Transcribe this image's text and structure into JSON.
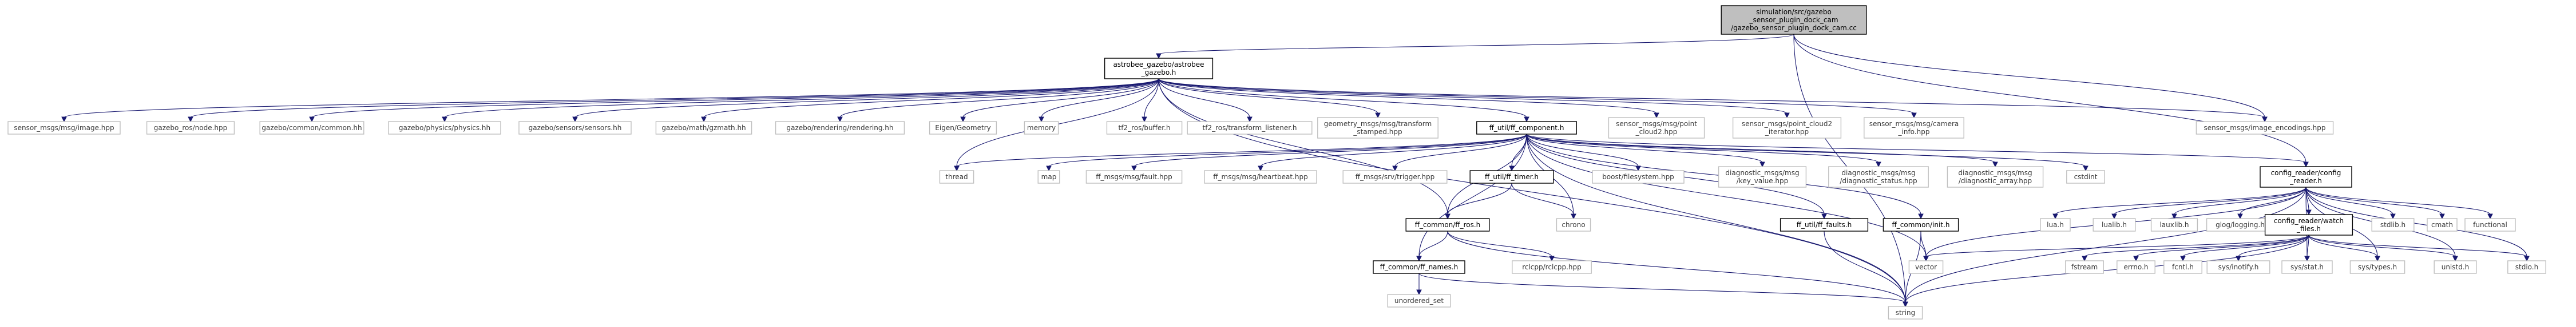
{
  "diagram": {
    "type": "include-dependency-graph",
    "colors": {
      "edge": "#191970",
      "root_fill": "#bfbfbf",
      "node_border": "#000000",
      "leaf_border": "#bfbfbf",
      "background": "#ffffff"
    },
    "nodes": [
      {
        "id": "root",
        "lines": [
          "simulation/src/gazebo",
          "_sensor_plugin_dock_cam",
          "/gazebo_sensor_plugin_dock_cam.cc"
        ],
        "kind": "root"
      },
      {
        "id": "astrobee_gazebo",
        "lines": [
          "astrobee_gazebo/astrobee",
          "_gazebo.h"
        ],
        "kind": "linked"
      },
      {
        "id": "sensor_image",
        "lines": [
          "sensor_msgs/msg/image.hpp"
        ],
        "kind": "plain"
      },
      {
        "id": "gazebo_ros_node",
        "lines": [
          "gazebo_ros/node.hpp"
        ],
        "kind": "plain"
      },
      {
        "id": "gazebo_common",
        "lines": [
          "gazebo/common/common.hh"
        ],
        "kind": "plain"
      },
      {
        "id": "gazebo_physics",
        "lines": [
          "gazebo/physics/physics.hh"
        ],
        "kind": "plain"
      },
      {
        "id": "gazebo_sensors",
        "lines": [
          "gazebo/sensors/sensors.hh"
        ],
        "kind": "plain"
      },
      {
        "id": "gazebo_math",
        "lines": [
          "gazebo/math/gzmath.hh"
        ],
        "kind": "plain"
      },
      {
        "id": "gazebo_rendering",
        "lines": [
          "gazebo/rendering/rendering.hh"
        ],
        "kind": "plain"
      },
      {
        "id": "eigen",
        "lines": [
          "Eigen/Geometry"
        ],
        "kind": "plain"
      },
      {
        "id": "memory",
        "lines": [
          "memory"
        ],
        "kind": "plain"
      },
      {
        "id": "tf2_buffer",
        "lines": [
          "tf2_ros/buffer.h"
        ],
        "kind": "plain"
      },
      {
        "id": "tf2_listener",
        "lines": [
          "tf2_ros/transform_listener.h"
        ],
        "kind": "plain"
      },
      {
        "id": "geometry_msgs",
        "lines": [
          "geometry_msgs/msg/transform",
          "_stamped.hpp"
        ],
        "kind": "plain"
      },
      {
        "id": "ff_component",
        "lines": [
          "ff_util/ff_component.h"
        ],
        "kind": "linked"
      },
      {
        "id": "point_cloud2",
        "lines": [
          "sensor_msgs/msg/point",
          "_cloud2.hpp"
        ],
        "kind": "plain"
      },
      {
        "id": "pc2_iterator",
        "lines": [
          "sensor_msgs/point_cloud2",
          "_iterator.hpp"
        ],
        "kind": "plain"
      },
      {
        "id": "camera_info",
        "lines": [
          "sensor_msgs/msg/camera",
          "_info.hpp"
        ],
        "kind": "plain"
      },
      {
        "id": "image_encodings",
        "lines": [
          "sensor_msgs/image_encodings.hpp"
        ],
        "kind": "plain"
      },
      {
        "id": "thread",
        "lines": [
          "thread"
        ],
        "kind": "plain"
      },
      {
        "id": "map",
        "lines": [
          "map"
        ],
        "kind": "plain"
      },
      {
        "id": "ff_fault",
        "lines": [
          "ff_msgs/msg/fault.hpp"
        ],
        "kind": "plain"
      },
      {
        "id": "ff_heartbeat",
        "lines": [
          "ff_msgs/msg/heartbeat.hpp"
        ],
        "kind": "plain"
      },
      {
        "id": "ff_trigger",
        "lines": [
          "ff_msgs/srv/trigger.hpp"
        ],
        "kind": "plain"
      },
      {
        "id": "ff_timer",
        "lines": [
          "ff_util/ff_timer.h"
        ],
        "kind": "linked"
      },
      {
        "id": "boost_fs",
        "lines": [
          "boost/filesystem.hpp"
        ],
        "kind": "plain"
      },
      {
        "id": "diag_kv",
        "lines": [
          "diagnostic_msgs/msg",
          "/key_value.hpp"
        ],
        "kind": "plain"
      },
      {
        "id": "diag_status",
        "lines": [
          "diagnostic_msgs/msg",
          "/diagnostic_status.hpp"
        ],
        "kind": "plain"
      },
      {
        "id": "diag_array",
        "lines": [
          "diagnostic_msgs/msg",
          "/diagnostic_array.hpp"
        ],
        "kind": "plain"
      },
      {
        "id": "cstdint",
        "lines": [
          "cstdint"
        ],
        "kind": "plain"
      },
      {
        "id": "config_reader",
        "lines": [
          "config_reader/config",
          "_reader.h"
        ],
        "kind": "linked"
      },
      {
        "id": "ff_ros",
        "lines": [
          "ff_common/ff_ros.h"
        ],
        "kind": "linked"
      },
      {
        "id": "chrono",
        "lines": [
          "chrono"
        ],
        "kind": "plain"
      },
      {
        "id": "ff_faults",
        "lines": [
          "ff_util/ff_faults.h"
        ],
        "kind": "linked"
      },
      {
        "id": "init",
        "lines": [
          "ff_common/init.h"
        ],
        "kind": "linked"
      },
      {
        "id": "lua",
        "lines": [
          "lua.h"
        ],
        "kind": "plain"
      },
      {
        "id": "lualib",
        "lines": [
          "lualib.h"
        ],
        "kind": "plain"
      },
      {
        "id": "lauxlib",
        "lines": [
          "lauxlib.h"
        ],
        "kind": "plain"
      },
      {
        "id": "glog",
        "lines": [
          "glog/logging.h"
        ],
        "kind": "plain"
      },
      {
        "id": "watch_files",
        "lines": [
          "config_reader/watch",
          "_files.h"
        ],
        "kind": "linked"
      },
      {
        "id": "stdlib",
        "lines": [
          "stdlib.h"
        ],
        "kind": "plain"
      },
      {
        "id": "cmath",
        "lines": [
          "cmath"
        ],
        "kind": "plain"
      },
      {
        "id": "functional",
        "lines": [
          "functional"
        ],
        "kind": "plain"
      },
      {
        "id": "ff_names",
        "lines": [
          "ff_common/ff_names.h"
        ],
        "kind": "linked"
      },
      {
        "id": "rclcpp",
        "lines": [
          "rclcpp/rclcpp.hpp"
        ],
        "kind": "plain"
      },
      {
        "id": "vector",
        "lines": [
          "vector"
        ],
        "kind": "plain"
      },
      {
        "id": "fstream",
        "lines": [
          "fstream"
        ],
        "kind": "plain"
      },
      {
        "id": "errno",
        "lines": [
          "errno.h"
        ],
        "kind": "plain"
      },
      {
        "id": "fcntl",
        "lines": [
          "fcntl.h"
        ],
        "kind": "plain"
      },
      {
        "id": "inotify",
        "lines": [
          "sys/inotify.h"
        ],
        "kind": "plain"
      },
      {
        "id": "sys_stat",
        "lines": [
          "sys/stat.h"
        ],
        "kind": "plain"
      },
      {
        "id": "sys_types",
        "lines": [
          "sys/types.h"
        ],
        "kind": "plain"
      },
      {
        "id": "unistd",
        "lines": [
          "unistd.h"
        ],
        "kind": "plain"
      },
      {
        "id": "stdio",
        "lines": [
          "stdio.h"
        ],
        "kind": "plain"
      },
      {
        "id": "unordered_set",
        "lines": [
          "unordered_set"
        ],
        "kind": "plain"
      },
      {
        "id": "string",
        "lines": [
          "string"
        ],
        "kind": "plain"
      }
    ],
    "edges": [
      [
        "root",
        "astrobee_gazebo"
      ],
      [
        "root",
        "config_reader"
      ],
      [
        "root",
        "image_encodings"
      ],
      [
        "root",
        "string"
      ],
      [
        "astrobee_gazebo",
        "sensor_image"
      ],
      [
        "astrobee_gazebo",
        "gazebo_ros_node"
      ],
      [
        "astrobee_gazebo",
        "gazebo_common"
      ],
      [
        "astrobee_gazebo",
        "gazebo_physics"
      ],
      [
        "astrobee_gazebo",
        "gazebo_sensors"
      ],
      [
        "astrobee_gazebo",
        "gazebo_math"
      ],
      [
        "astrobee_gazebo",
        "gazebo_rendering"
      ],
      [
        "astrobee_gazebo",
        "eigen"
      ],
      [
        "astrobee_gazebo",
        "memory"
      ],
      [
        "astrobee_gazebo",
        "tf2_buffer"
      ],
      [
        "astrobee_gazebo",
        "tf2_listener"
      ],
      [
        "astrobee_gazebo",
        "geometry_msgs"
      ],
      [
        "astrobee_gazebo",
        "ff_component"
      ],
      [
        "astrobee_gazebo",
        "point_cloud2"
      ],
      [
        "astrobee_gazebo",
        "pc2_iterator"
      ],
      [
        "astrobee_gazebo",
        "camera_info"
      ],
      [
        "astrobee_gazebo",
        "image_encodings"
      ],
      [
        "astrobee_gazebo",
        "thread"
      ],
      [
        "astrobee_gazebo",
        "ff_ros"
      ],
      [
        "astrobee_gazebo",
        "string"
      ],
      [
        "ff_component",
        "thread"
      ],
      [
        "ff_component",
        "map"
      ],
      [
        "ff_component",
        "ff_fault"
      ],
      [
        "ff_component",
        "ff_heartbeat"
      ],
      [
        "ff_component",
        "ff_trigger"
      ],
      [
        "ff_component",
        "ff_timer"
      ],
      [
        "ff_component",
        "boost_fs"
      ],
      [
        "ff_component",
        "diag_kv"
      ],
      [
        "ff_component",
        "diag_status"
      ],
      [
        "ff_component",
        "diag_array"
      ],
      [
        "ff_component",
        "cstdint"
      ],
      [
        "ff_component",
        "config_reader"
      ],
      [
        "ff_component",
        "ff_ros"
      ],
      [
        "ff_component",
        "chrono"
      ],
      [
        "ff_component",
        "ff_faults"
      ],
      [
        "ff_component",
        "init"
      ],
      [
        "ff_component",
        "vector"
      ],
      [
        "ff_component",
        "ff_names"
      ],
      [
        "ff_component",
        "string"
      ],
      [
        "ff_timer",
        "ff_ros"
      ],
      [
        "ff_timer",
        "chrono"
      ],
      [
        "ff_ros",
        "rclcpp"
      ],
      [
        "ff_ros",
        "ff_names"
      ],
      [
        "ff_ros",
        "string"
      ],
      [
        "ff_names",
        "unordered_set"
      ],
      [
        "ff_names",
        "string"
      ],
      [
        "ff_faults",
        "string"
      ],
      [
        "init",
        "vector"
      ],
      [
        "init",
        "string"
      ],
      [
        "config_reader",
        "lua"
      ],
      [
        "config_reader",
        "lualib"
      ],
      [
        "config_reader",
        "lauxlib"
      ],
      [
        "config_reader",
        "glog"
      ],
      [
        "config_reader",
        "watch_files"
      ],
      [
        "config_reader",
        "stdlib"
      ],
      [
        "config_reader",
        "cmath"
      ],
      [
        "config_reader",
        "functional"
      ],
      [
        "config_reader",
        "vector"
      ],
      [
        "config_reader",
        "sys_stat"
      ],
      [
        "config_reader",
        "sys_types"
      ],
      [
        "config_reader",
        "unistd"
      ],
      [
        "config_reader",
        "stdio"
      ],
      [
        "config_reader",
        "string"
      ],
      [
        "watch_files",
        "vector"
      ],
      [
        "watch_files",
        "fstream"
      ],
      [
        "watch_files",
        "errno"
      ],
      [
        "watch_files",
        "fcntl"
      ],
      [
        "watch_files",
        "inotify"
      ],
      [
        "watch_files",
        "sys_stat"
      ],
      [
        "watch_files",
        "sys_types"
      ],
      [
        "watch_files",
        "unistd"
      ],
      [
        "watch_files",
        "stdio"
      ],
      [
        "watch_files",
        "string"
      ]
    ]
  }
}
